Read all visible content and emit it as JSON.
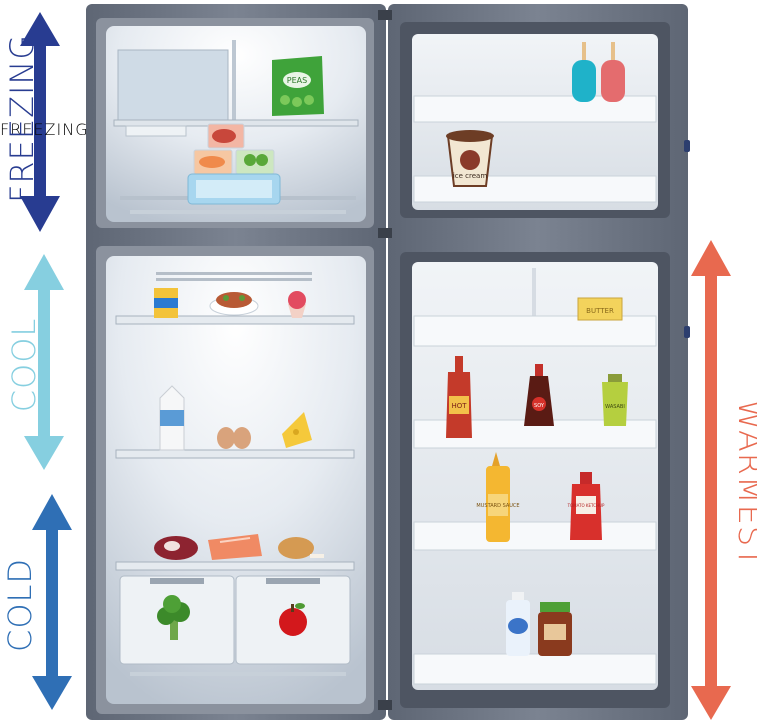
{
  "zones": {
    "freezing": {
      "label": "FREEZING",
      "color": "#283c91"
    },
    "cool": {
      "label": "COOL",
      "color": "#86cfe0"
    },
    "cold": {
      "label": "COLD",
      "color": "#2f6fb5"
    },
    "warmest": {
      "label": "WARMEST",
      "color": "#e8694f"
    }
  },
  "item_labels": {
    "peas": "PEAS",
    "ice_cream": "ice cream",
    "butter": "BUTTER",
    "hot_sauce": "HOT",
    "soy_sauce": "SOY",
    "wasabi": "WASABI",
    "mustard": "MUSTARD SAUCE",
    "ketchup": "TOMATO KETCHUP"
  }
}
